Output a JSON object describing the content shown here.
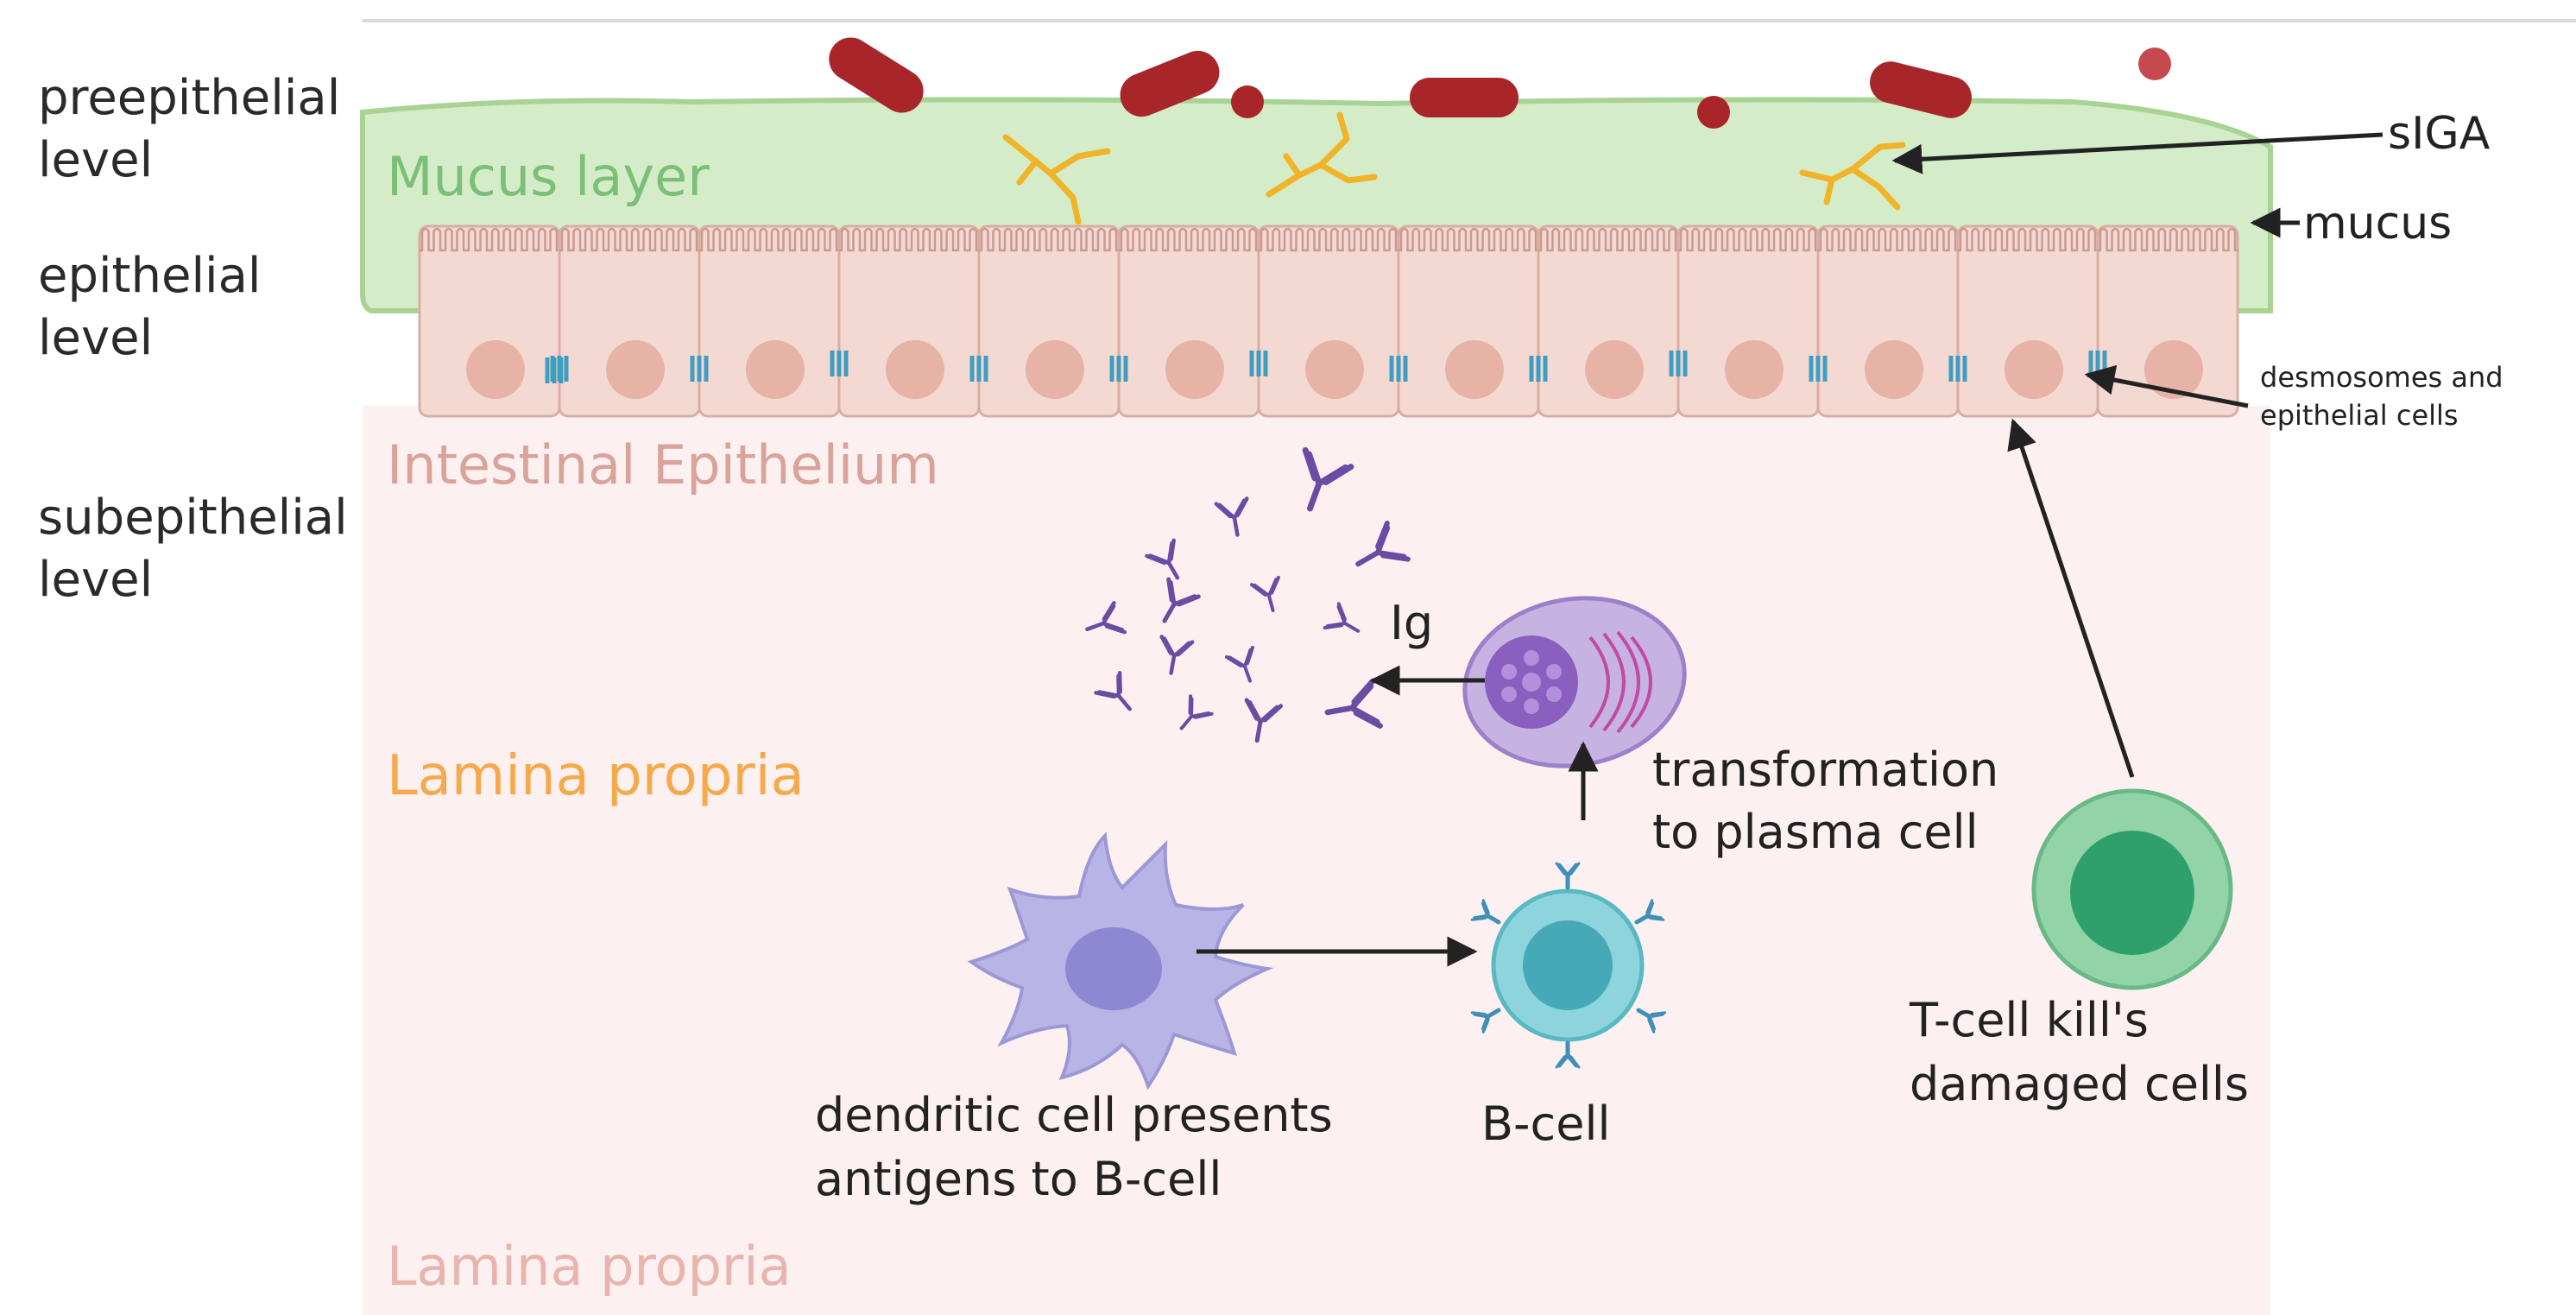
{
  "levels": {
    "preepithelial": [
      "preepithelial",
      "level"
    ],
    "epithelial": [
      "epithelial",
      "level"
    ],
    "subepithelial": [
      "subepithelial",
      "level"
    ]
  },
  "regions": {
    "mucus_layer": "Mucus layer",
    "intestinal_epithelium": "Intestinal Epithelium",
    "lamina_propria_main": "Lamina propria",
    "lamina_propria_bottom": "Lamina propria"
  },
  "annotations": {
    "siga": "sIGA",
    "mucus": "mucus",
    "desmosomes": [
      "desmosomes and",
      "epithelial cells"
    ],
    "ig": "Ig",
    "transformation": [
      "transformation",
      "to plasma cell"
    ],
    "dendritic": [
      "dendritic cell presents",
      "antigens to B-cell"
    ],
    "bcell": "B-cell",
    "tcell": [
      "T-cell kill's",
      "damaged cells"
    ]
  },
  "colors": {
    "mucus_fill": "#d5ecc8",
    "mucus_stroke": "#a9d394",
    "lamina_bg": "#fdf0f0",
    "epithelial_cell": "#f4d9d2",
    "nucleus": "#e6b3a6",
    "desmosome": "#3f9ec0",
    "bacteria": "#a8262a",
    "siga": "#f0b429",
    "immunoglobulin": "#6a4ca3",
    "plasma_cell": "#c7b3e2",
    "bcell": "#8dd4dc",
    "dendritic": "#b8b4e6",
    "tcell": "#93d3a8",
    "mucus_label": "#7bbf78",
    "epithelium_label": "#d9a39a",
    "lamina_label": "#f5a94a"
  }
}
